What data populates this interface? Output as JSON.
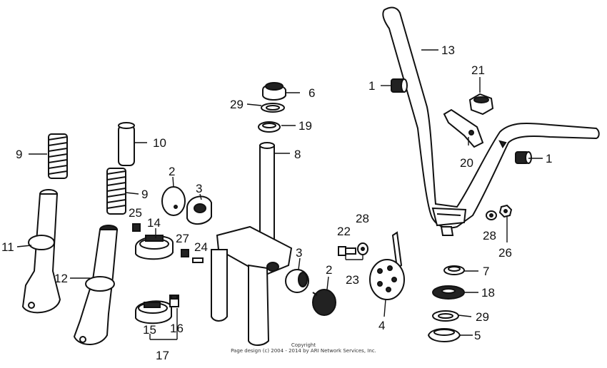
{
  "callouts": {
    "c1a": "1",
    "c1b": "1",
    "c2a": "2",
    "c2b": "2",
    "c3a": "3",
    "c3b": "3",
    "c4": "4",
    "c5": "5",
    "c6": "6",
    "c7": "7",
    "c8": "8",
    "c9a": "9",
    "c9b": "9",
    "c10": "10",
    "c11": "11",
    "c12": "12",
    "c13": "13",
    "c14": "14",
    "c15": "15",
    "c16": "16",
    "c17": "17",
    "c18": "18",
    "c19": "19",
    "c20": "20",
    "c21": "21",
    "c22": "22",
    "c23": "23",
    "c24": "24",
    "c25": "25",
    "c26": "26",
    "c27": "27",
    "c28a": "28",
    "c28b": "28",
    "c29a": "29",
    "c29b": "29"
  },
  "footer": {
    "line1": "Copyright",
    "line2": "Page design (c) 2004 - 2014 by ARI Network Services, Inc."
  }
}
